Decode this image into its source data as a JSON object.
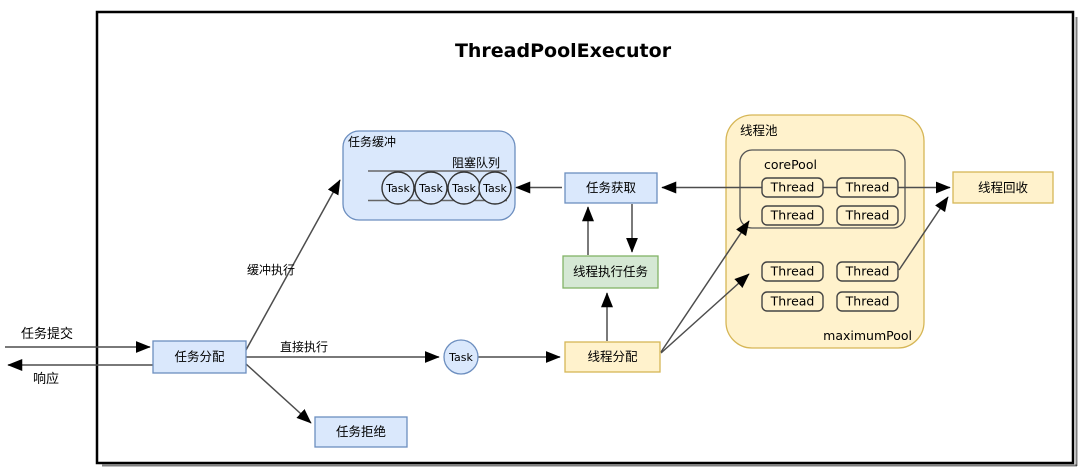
{
  "diagram": {
    "title": "ThreadPoolExecutor",
    "io": {
      "submit": "任务提交",
      "response": "响应"
    },
    "edge_labels": {
      "buffer_execute": "缓冲执行",
      "direct_execute": "直接执行"
    },
    "nodes": {
      "task_dispatch": "任务分配",
      "task_buffer": "任务缓冲",
      "blocking_queue": "阻塞队列",
      "task": "Task",
      "task_fetch": "任务获取",
      "thread_execute_task": "线程执行任务",
      "thread_dispatch": "线程分配",
      "task_reject": "任务拒绝",
      "thread_pool": "线程池",
      "core_pool": "corePool",
      "maximum_pool": "maximumPool",
      "thread_recycle": "线程回收"
    },
    "queue_tasks": [
      "Task",
      "Task",
      "Task",
      "Task"
    ],
    "core_threads": [
      "Thread",
      "Thread",
      "Thread",
      "Thread"
    ],
    "maximum_threads": [
      "Thread",
      "Thread",
      "Thread",
      "Thread"
    ],
    "colors": {
      "blue_fill": "#dae8fc",
      "blue_stroke": "#6c8ebf",
      "yellow_fill": "#fff2cc",
      "yellow_stroke": "#d6b656",
      "green_fill": "#d5e8d4",
      "green_stroke": "#82b366",
      "edge": "#4d4d4d",
      "frame": "#000000"
    }
  }
}
